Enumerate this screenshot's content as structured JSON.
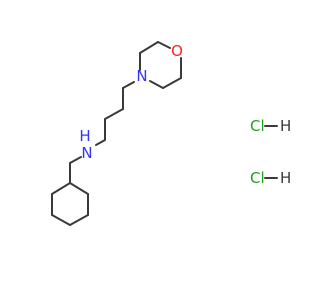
{
  "molecule": {
    "atoms": {
      "nitrogen_ring": "N",
      "oxygen_ring": "O",
      "amine": "N",
      "amine_h": "H"
    },
    "salts": [
      {
        "cl": "Cl",
        "h": "H"
      },
      {
        "cl": "Cl",
        "h": "H"
      }
    ]
  },
  "colors": {
    "bond": "#3a3a3a",
    "nitrogen": "#3333ff",
    "oxygen": "#ff2020",
    "chlorine": "#1f9e1f",
    "hydrogen": "#3a3a3a"
  }
}
